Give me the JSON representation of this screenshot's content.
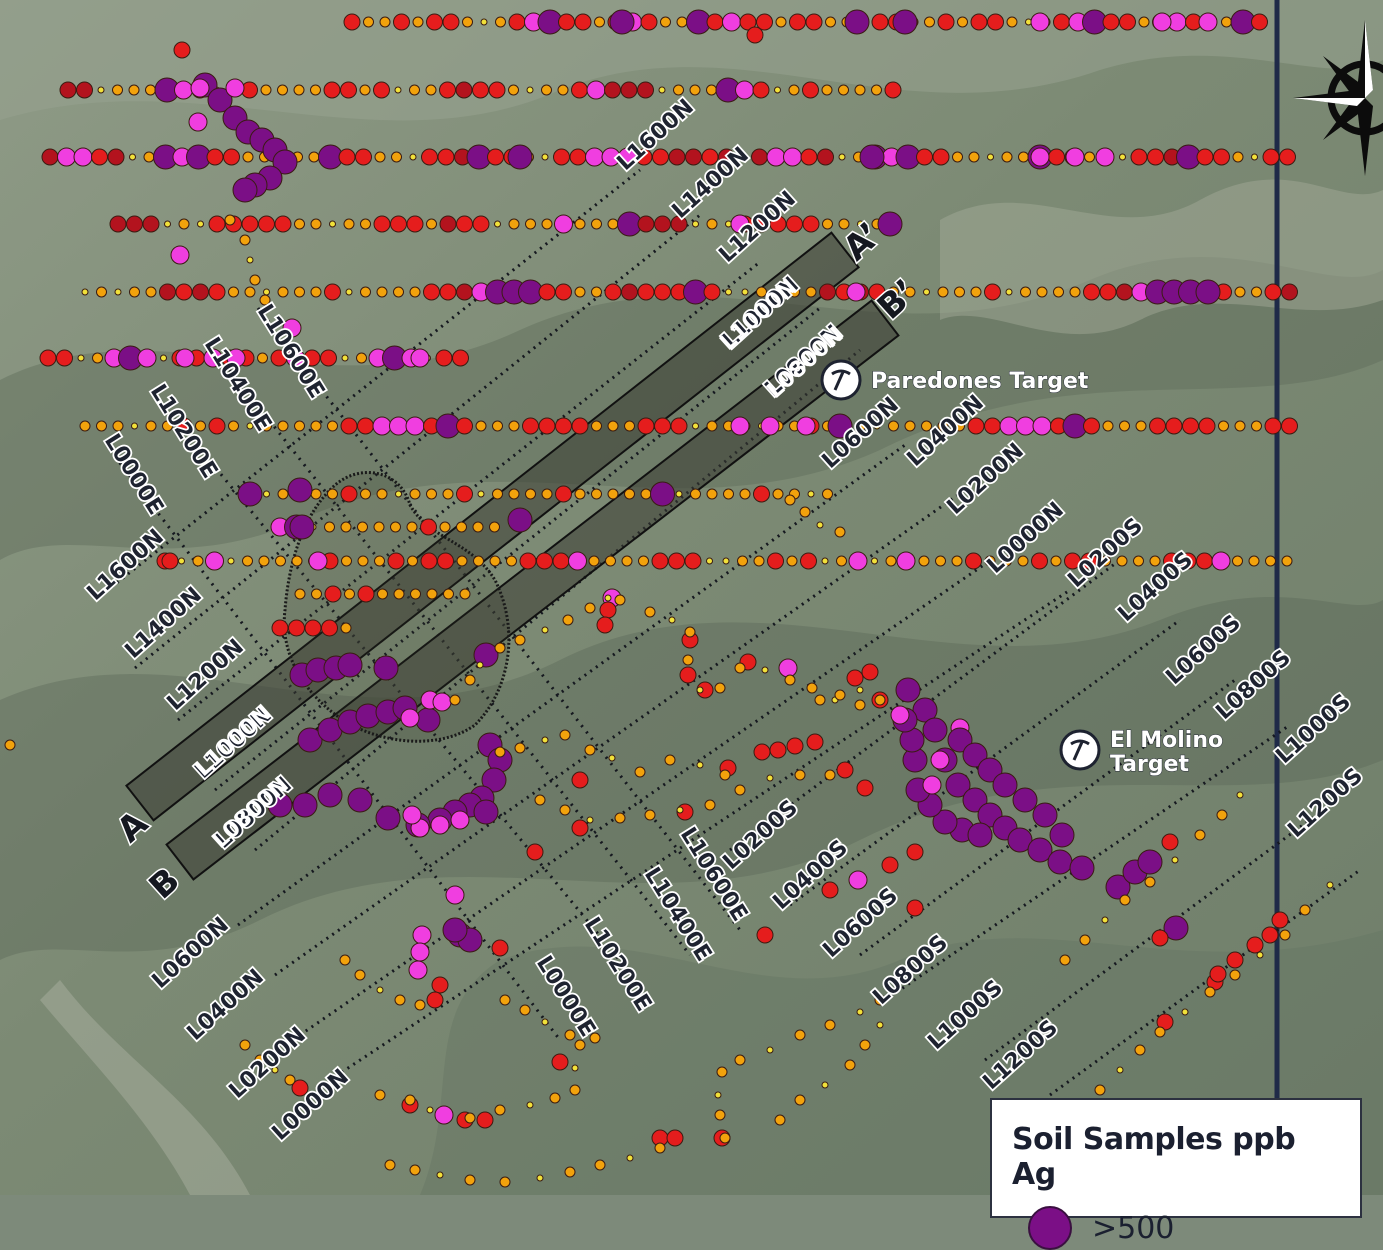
{
  "colors": {
    "gt500": "#7b0f86",
    "pink": "#f03ee0",
    "red": "#e51d1d",
    "darkred": "#b3131e",
    "orange": "#f2a20c",
    "yellow": "#f1e13a"
  },
  "legend": {
    "title": "Soil Samples ppb Ag",
    "items": [
      {
        "label": ">500",
        "color": "#7b0f86"
      }
    ]
  },
  "targets": [
    {
      "name": "Paredones Target",
      "icon": "pickaxe-icon"
    },
    {
      "name": "El Molino Target",
      "icon": "pickaxe-icon"
    }
  ],
  "sections": [
    "A",
    "A’",
    "B",
    "B’"
  ],
  "section_bands": [
    "L1000N",
    "L0800N"
  ],
  "grid_lines_upper": [
    "L1600N",
    "L1400N",
    "L1200N",
    "L1000N",
    "L0800N",
    "L0600N",
    "L0400N",
    "L0200N",
    "L0000N",
    "L0200S",
    "L0400S",
    "L0600S",
    "L0800S",
    "L1000S",
    "L1200S"
  ],
  "grid_lines_lower": [
    "L1600N",
    "L1400N",
    "L1200N",
    "L1000N",
    "L0800N",
    "L0600N",
    "L0400N",
    "L0200N",
    "L0000N",
    "L0200S",
    "L0400S",
    "L0600S",
    "L0800S",
    "L1000S",
    "L1200S"
  ],
  "easting_lines_upper": [
    "L10600E",
    "L10400E",
    "L10200E",
    "L0000E"
  ],
  "easting_lines_lower": [
    "L10600E",
    "L10400E",
    "L10200E",
    "L0000E"
  ],
  "compass": "north-arrow-icon"
}
